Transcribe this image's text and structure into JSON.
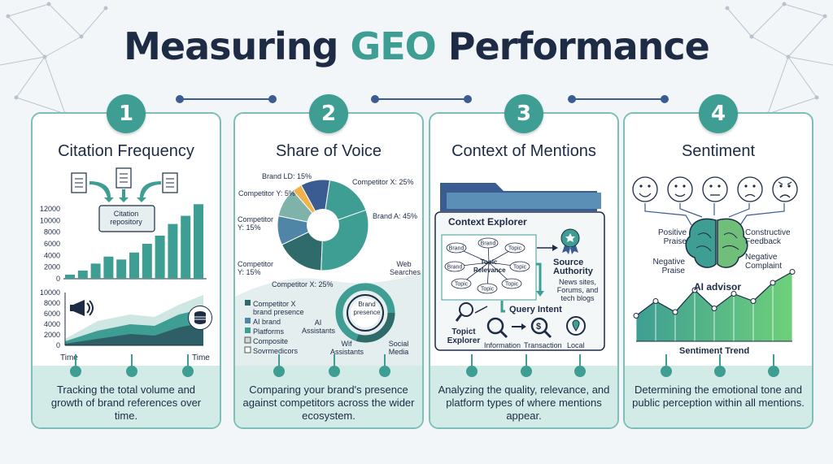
{
  "title": {
    "part1": "Measuring ",
    "accent": "GEO",
    "part2": " Performance"
  },
  "panels": [
    {
      "number": "1",
      "title": "Citation Frequency",
      "description": "Tracking the total volume and growth of brand references over time."
    },
    {
      "number": "2",
      "title": "Share of Voice",
      "description": "Comparing your brand's presence against competitors across the wider ecosystem."
    },
    {
      "number": "3",
      "title": "Context of Mentions",
      "description": "Analyzing the quality, relevance, and platform types of where mentions appear."
    },
    {
      "number": "4",
      "title": "Sentiment",
      "description": "Determining the emotional tone and public perception within all mentions."
    }
  ],
  "citation": {
    "repository_label": "Citation repository",
    "bar_ticks": [
      "12000",
      "10000",
      "8000",
      "6000",
      "4000",
      "2000",
      "0"
    ],
    "bar_values": [
      700,
      1400,
      2600,
      3800,
      3300,
      4500,
      6000,
      7400,
      9400,
      10800,
      12800
    ],
    "area_ticks": [
      "10000",
      "8000",
      "6000",
      "4000",
      "2000",
      "0"
    ],
    "x_start": "Time",
    "x_end": "Time"
  },
  "share": {
    "slices": [
      {
        "label": "Competitor X: 25%",
        "value": 25,
        "color": "#3e9e93"
      },
      {
        "label": "Brand A: 45%",
        "value": 45,
        "color": "#3e9e93"
      },
      {
        "label": "Competitor X: 25%",
        "value": 25,
        "color": "#2e6b6a"
      },
      {
        "label": "Competitor Y: 15%",
        "value": 15,
        "color": "#4f86a8"
      },
      {
        "label": "Competitor Y: 15%",
        "value": 15,
        "color": "#7fb3a9"
      },
      {
        "label": "Competitor Y: 5%",
        "value": 5,
        "color": "#f0b24a"
      },
      {
        "label": "Brand LD: 15%",
        "value": 15,
        "color": "#3b5b93"
      }
    ],
    "pie_labels": {
      "brand_ld": "Brand LD: 15%",
      "comp_x_top": "Competitor X: 25%",
      "comp_y5": "Competitor Y: 5%",
      "brand_a": "Brand A: 45%",
      "comp_y15a": "Competitor Y: 15%",
      "comp_y15b": "Competitor Y: 15%",
      "comp_x_bottom": "Competitor X: 25%"
    },
    "legend": [
      "Competitor X brand presence",
      "AI brand",
      "Platforms",
      "Composite",
      "Sovrmedicors"
    ],
    "ring_center": "Brand presence",
    "ring_labels": {
      "web": "Web Searches",
      "ai": "AI Assistants",
      "wif": "Wif Assistants",
      "social": "Social Media"
    }
  },
  "context": {
    "explorer_title": "Context Explorer",
    "topic_relevance": "Topic Relevance",
    "nodes": [
      "Brand",
      "Brand",
      "Topic",
      "Brand",
      "Topic",
      "Topic",
      "Topic",
      "Topic"
    ],
    "source_authority": "Source Authority",
    "source_list": "News sites, Forums, and tech blogs",
    "query_intent": "Query Intent",
    "explorer_icon_label": "Topict Explorer",
    "intents": [
      "Information",
      "Transaction",
      "Local"
    ]
  },
  "sentiment": {
    "faces": [
      "very-happy-face-icon",
      "happy-face-icon",
      "neutral-face-icon",
      "sad-face-icon",
      "angry-face-icon"
    ],
    "positive_praise": "Positive Praise",
    "negative_praise": "Negative Praise",
    "constructive_feedback": "Constructive Feedback",
    "negative_complaint": "Negative Complaint",
    "ai_advisor": "AI advisor",
    "trend_label": "Sentiment Trend",
    "trend_values": [
      35,
      55,
      40,
      70,
      45,
      65,
      55,
      80,
      95
    ]
  },
  "colors": {
    "teal": "#3e9e93",
    "navy": "#1d2b44",
    "blue": "#3b5b93",
    "panel_bottom": "#d3ebe7"
  }
}
